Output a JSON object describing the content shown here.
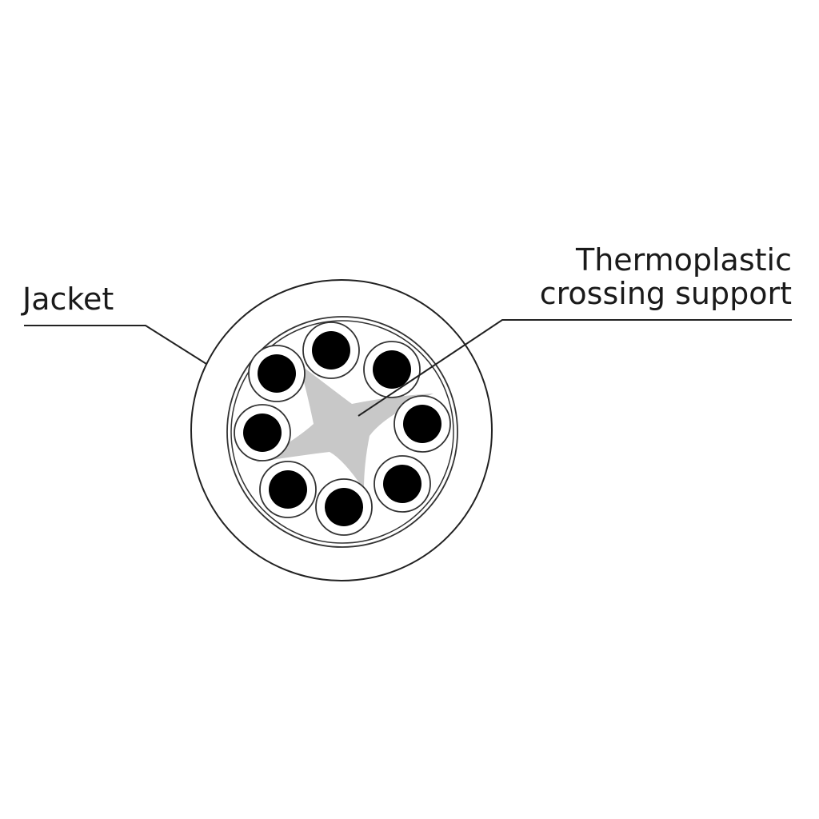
{
  "labels": {
    "jacket": "Jacket",
    "support_line1": "Thermoplastic",
    "support_line2": "crossing support"
  },
  "diagram": {
    "conductor_count": 8,
    "colors": {
      "line": "#222222",
      "conductor": "#000000",
      "support": "#c8c8c8",
      "background": "#ffffff"
    }
  }
}
